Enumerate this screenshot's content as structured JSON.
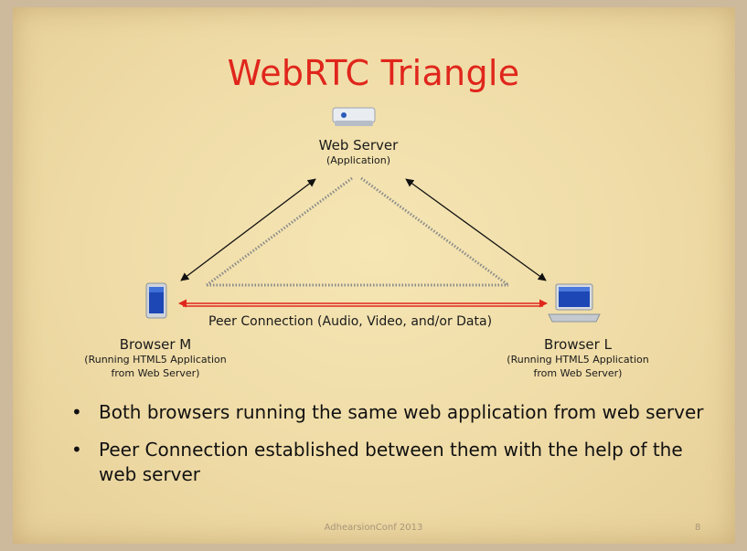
{
  "slide": {
    "title": "WebRTC Triangle",
    "footer": "AdhearsionConf 2013",
    "page_number": "8"
  },
  "nodes": {
    "server": {
      "name": "Web Server",
      "sub": "(Application)",
      "icon": "server-icon"
    },
    "browser_m": {
      "name": "Browser M",
      "sub_line1": "(Running HTML5 Application",
      "sub_line2": "from Web Server)",
      "icon": "tablet-icon"
    },
    "browser_l": {
      "name": "Browser L",
      "sub_line1": "(Running HTML5 Application",
      "sub_line2": "from Web Server)",
      "icon": "laptop-icon"
    }
  },
  "connections": {
    "peer_label": "Peer Connection (Audio, Video, and/or Data)",
    "peer_color": "#e0261c",
    "signal_color": "#111111"
  },
  "bullets": [
    "Both browsers running the same web application from web server",
    "Peer Connection established between them with the help of the web server"
  ],
  "colors": {
    "title": "#e0261c",
    "background": "#efdba6"
  }
}
